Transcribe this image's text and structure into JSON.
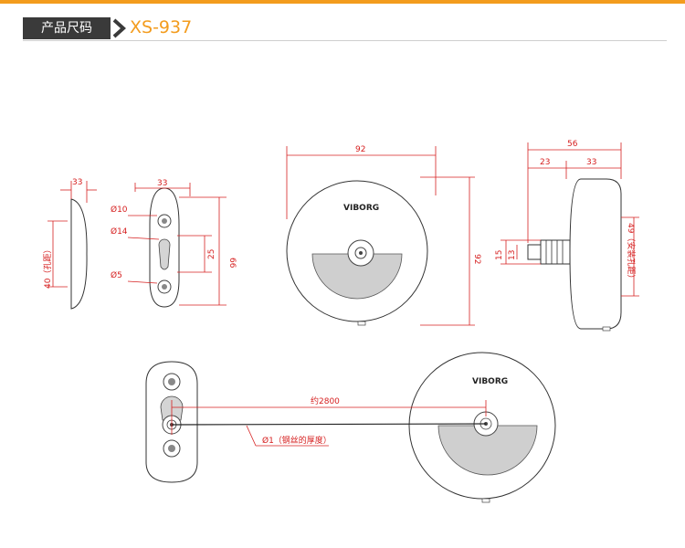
{
  "header": {
    "section_label": "产品尺码",
    "model": "XS-937",
    "accent": "#f39c1e"
  },
  "brand": "VIBORG",
  "dims": {
    "bracket_thickness": "33",
    "bracket_height": "40（孔距）",
    "plate_width": "33",
    "hole_top": "Ø10",
    "hole_mid": "Ø14",
    "hole_bottom": "Ø5",
    "hole_spacing": "25",
    "plate_height": "66",
    "reel_width": "92",
    "reel_height": "92",
    "side_total": "56",
    "side_left": "23",
    "side_right": "33",
    "knob_outer": "15",
    "knob_inner": "13",
    "side_height": "49（安装孔距）",
    "line_length": "约2800",
    "line_thickness": "Ø1（钢丝的厚度）"
  }
}
